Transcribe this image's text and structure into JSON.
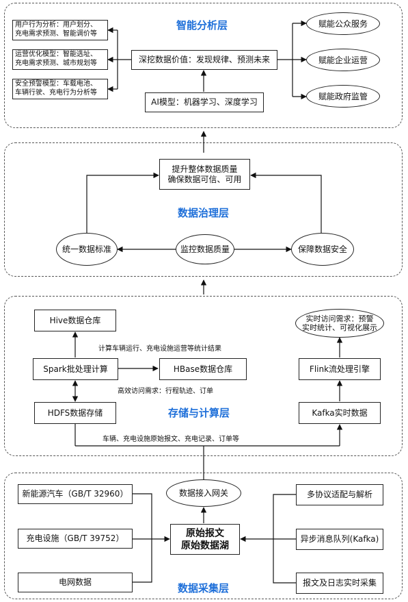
{
  "analysis": {
    "title": "智能分析层",
    "models": [
      "用户行为分析：用户划分、充电需求预测、智能调价等",
      "运营优化模型：智能选址、充电需求预测、城市规划等",
      "安全预警模型：车载电池、车辆行驶、充电行为分析等"
    ],
    "model_lines": [
      [
        "用户行为分析：用户划分、",
        "充电需求预测、智能调价等"
      ],
      [
        "运营优化模型：智能选址、",
        "充电需求预测、城市规划等"
      ],
      [
        "安全预警模型：车载电池、",
        "车辆行驶、充电行为分析等"
      ]
    ],
    "value": "深挖数据价值：发现规律、预测未来",
    "ai": "AI模型：机器学习、深度学习",
    "enable": [
      "赋能公众服务",
      "赋能企业运营",
      "赋能政府监管"
    ]
  },
  "governance": {
    "title": "数据治理层",
    "quality_lines": [
      "提升整体数据质量",
      "确保数据可信、可用"
    ],
    "unify": "统一数据标准",
    "monitor": "监控数据质量",
    "secure": "保障数据安全"
  },
  "storage": {
    "title": "存储与计算层",
    "hive": "Hive数据仓库",
    "spark": "Spark批处理计算",
    "hbase": "HBase数据仓库",
    "hdfs": "HDFS数据存储",
    "realtime_lines": [
      "实时访问需求：预警",
      "实时统计、可视化展示"
    ],
    "flink": "Flink流处理引擎",
    "kafka": "Kafka实时数据",
    "note_stats": "计算车辆运行、充电设施运营等统计结果",
    "note_access": "高效访问需求：行程轨迹、订单",
    "note_raw": "车辆、充电设施原始报文、充电记录、订单等"
  },
  "collection": {
    "title": "数据采集层",
    "gateway": "数据接入网关",
    "ev": "新能源汽车（GB/T 32960）",
    "charger": "充电设施（GB/T 39752）",
    "grid": "电网数据",
    "lake_lines": [
      "原始报文",
      "原始数据湖"
    ],
    "protocol": "多协议适配与解析",
    "queue": "异步消息队列(Kafka)",
    "log": "报文及日志实时采集"
  }
}
